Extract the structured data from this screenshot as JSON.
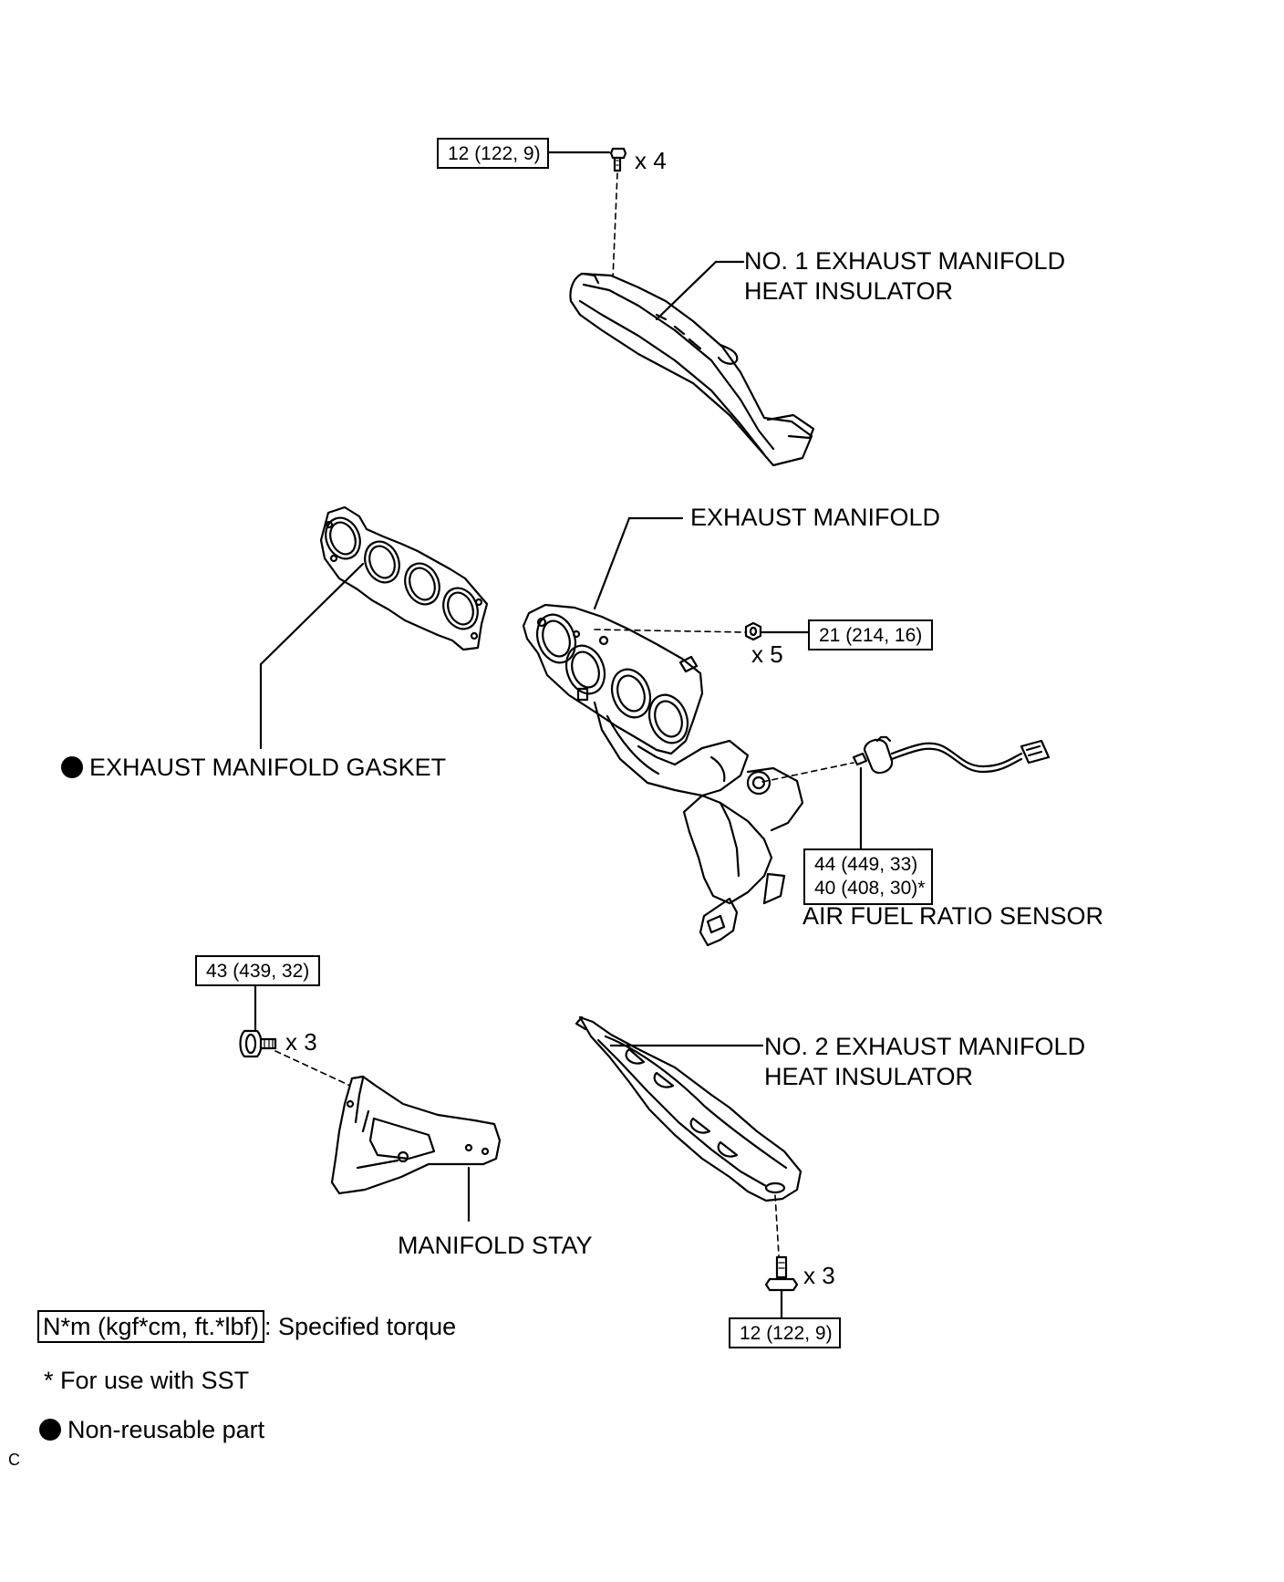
{
  "torques": {
    "heat_insulator_1_bolt": "12 (122, 9)",
    "manifold_nut": "21 (214, 16)",
    "af_sensor_line1": "44 (449, 33)",
    "af_sensor_line2": "40 (408, 30)*",
    "stay_bolt": "43 (439, 32)",
    "heat_insulator_2_bolt": "12 (122, 9)"
  },
  "quantities": {
    "heat_insulator_1_bolts": "x 4",
    "manifold_nuts": "x 5",
    "stay_bolts": "x 3",
    "heat_insulator_2_bolts": "x 3"
  },
  "parts": {
    "no1_heat_insulator_line1": "NO. 1 EXHAUST MANIFOLD",
    "no1_heat_insulator_line2": "HEAT INSULATOR",
    "exhaust_manifold": "EXHAUST MANIFOLD",
    "exhaust_manifold_gasket": "EXHAUST MANIFOLD GASKET",
    "air_fuel_ratio_sensor": "AIR FUEL RATIO SENSOR",
    "no2_heat_insulator_line1": "NO. 2 EXHAUST MANIFOLD",
    "no2_heat_insulator_line2": "HEAT INSULATOR",
    "manifold_stay": "MANIFOLD STAY"
  },
  "legend": {
    "torque_unit": "N*m (kgf*cm, ft.*lbf)",
    "torque_desc": ": Specified torque",
    "sst_note": "* For use with SST",
    "non_reusable": "Non-reusable part"
  },
  "corner_mark": "C"
}
